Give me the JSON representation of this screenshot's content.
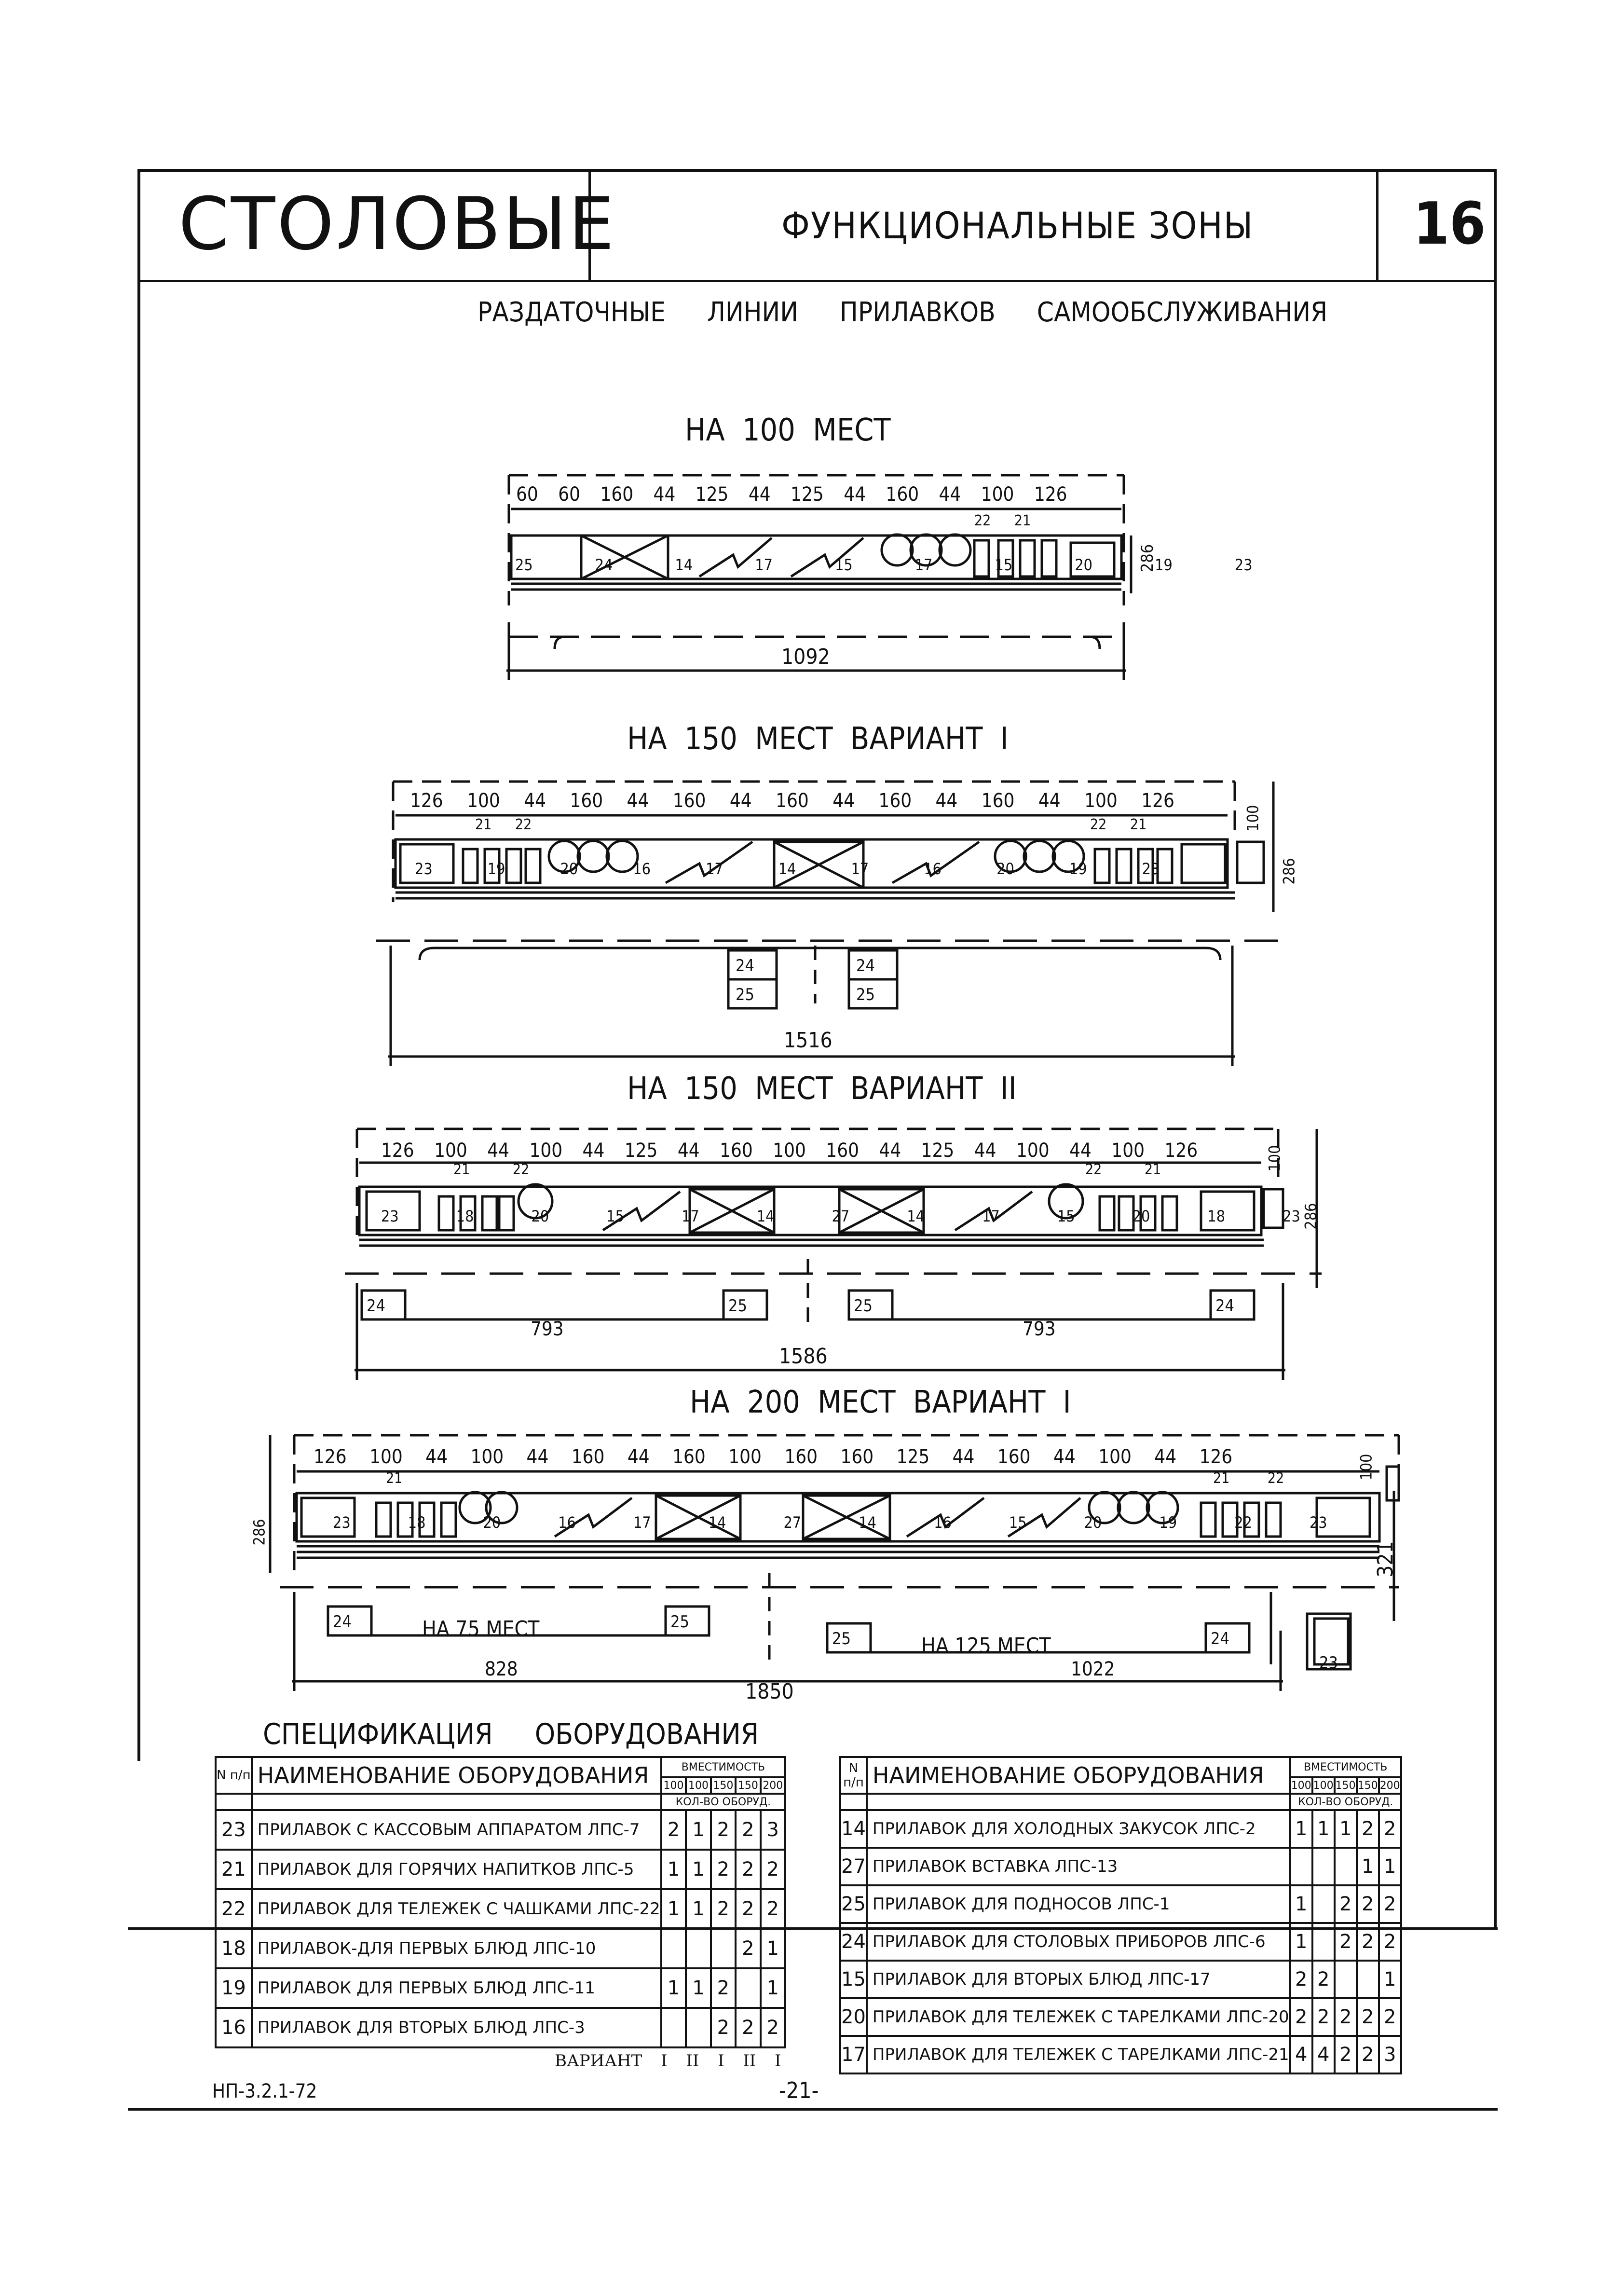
{
  "header": {
    "title": "СТОЛОВЫЕ",
    "subtitle": "ФУНКЦИОНАЛЬНЫЕ ЗОНЫ",
    "sheet_number": "16",
    "section_title": "РАЗДАТОЧНЫЕ ЛИНИИ ПРИЛАВКОВ САМООБСЛУЖИВАНИЯ"
  },
  "plans": {
    "p100": {
      "title": "НА 100 МЕСТ",
      "dims": [
        "60",
        "60",
        "160",
        "44",
        "125",
        "44",
        "125",
        "44",
        "160",
        "44",
        "100",
        "126"
      ],
      "sub_dims": [
        "22",
        "21"
      ],
      "items": [
        "25",
        "24",
        "14",
        "17",
        "15",
        "17",
        "15",
        "20",
        "19",
        "23"
      ],
      "height": "286",
      "total": "1092"
    },
    "p150a": {
      "title": "НА 150 МЕСТ ВАРИАНТ I",
      "dims": [
        "126",
        "100",
        "44",
        "160",
        "44",
        "160",
        "44",
        "160",
        "44",
        "160",
        "44",
        "160",
        "44",
        "100",
        "126"
      ],
      "sub_dims": [
        "21",
        "22",
        "22",
        "21"
      ],
      "items": [
        "23",
        "19",
        "20",
        "16",
        "17",
        "14",
        "17",
        "16",
        "20",
        "19",
        "23"
      ],
      "side": "100",
      "height": "286",
      "below_items": [
        "24",
        "25",
        "24",
        "25"
      ],
      "total": "1516"
    },
    "p150b": {
      "title": "НА 150 МЕСТ ВАРИАНТ II",
      "dims": [
        "126",
        "100",
        "44",
        "100",
        "44",
        "125",
        "44",
        "160",
        "100",
        "160",
        "44",
        "125",
        "44",
        "100",
        "44",
        "100",
        "126"
      ],
      "sub_dims": [
        "21",
        "22",
        "22",
        "21"
      ],
      "items": [
        "23",
        "18",
        "20",
        "15",
        "17",
        "14",
        "27",
        "14",
        "17",
        "15",
        "20",
        "18",
        "23"
      ],
      "side": "100",
      "height": "286",
      "below_items": [
        "24",
        "25",
        "25",
        "24"
      ],
      "half": "793",
      "total": "1586"
    },
    "p200": {
      "title": "НА 200 МЕСТ ВАРИАНТ I",
      "dims": [
        "126",
        "100",
        "44",
        "100",
        "44",
        "160",
        "44",
        "160",
        "100",
        "160",
        "160",
        "125",
        "44",
        "160",
        "44",
        "100",
        "44",
        "126"
      ],
      "sub_dims": [
        "21",
        "21",
        "22"
      ],
      "items": [
        "23",
        "18",
        "20",
        "16",
        "17",
        "14",
        "27",
        "14",
        "16",
        "15",
        "20",
        "19",
        "22",
        "23"
      ],
      "side": "100",
      "height": "286",
      "right_height": "321",
      "left_zone": "НА 75 МЕСТ",
      "right_zone": "НА 125 МЕСТ",
      "below_items": [
        "24",
        "25",
        "25",
        "24",
        "23"
      ],
      "left_len": "828",
      "right_len": "1022",
      "total": "1850"
    }
  },
  "spec": {
    "title": "СПЕЦИФИКАЦИЯ ОБОРУДОВАНИЯ",
    "col_no": "N п/п",
    "col_name": "НАИМЕНОВАНИЕ ОБОРУДОВАНИЯ",
    "col_cap": "ВМЕСТИМОСТЬ",
    "caps": [
      "100",
      "100",
      "150",
      "150",
      "200"
    ],
    "col_qty": "КОЛ-ВО ОБОРУД.",
    "variant_label": "ВАРИАНТ",
    "variants": [
      "I",
      "II",
      "I",
      "II",
      "I"
    ],
    "left_rows": [
      {
        "no": "23",
        "name": "ПРИЛАВОК С КАССОВЫМ АППАРАТОМ ЛПС-7",
        "v": [
          "2",
          "1",
          "2",
          "2",
          "3"
        ]
      },
      {
        "no": "21",
        "name": "ПРИЛАВОК ДЛЯ ГОРЯЧИХ НАПИТКОВ ЛПС-5",
        "v": [
          "1",
          "1",
          "2",
          "2",
          "2"
        ]
      },
      {
        "no": "22",
        "name": "ПРИЛАВОК ДЛЯ ТЕЛЕЖЕК С ЧАШКАМИ ЛПС-22",
        "v": [
          "1",
          "1",
          "2",
          "2",
          "2"
        ]
      },
      {
        "no": "18",
        "name": "ПРИЛАВОК-ДЛЯ ПЕРВЫХ БЛЮД ЛПС-10",
        "v": [
          "",
          "",
          "",
          "2",
          "1"
        ]
      },
      {
        "no": "19",
        "name": "ПРИЛАВОК ДЛЯ ПЕРВЫХ БЛЮД ЛПС-11",
        "v": [
          "1",
          "1",
          "2",
          "",
          "1"
        ]
      },
      {
        "no": "16",
        "name": "ПРИЛАВОК ДЛЯ ВТОРЫХ БЛЮД ЛПС-3",
        "v": [
          "",
          "",
          "2",
          "2",
          "2"
        ]
      }
    ],
    "right_rows": [
      {
        "no": "14",
        "name": "ПРИЛАВОК ДЛЯ ХОЛОДНЫХ ЗАКУСОК ЛПС-2",
        "v": [
          "1",
          "1",
          "1",
          "2",
          "2"
        ]
      },
      {
        "no": "27",
        "name": "ПРИЛАВОК ВСТАВКА ЛПС-13",
        "v": [
          "",
          "",
          "",
          "1",
          "1"
        ]
      },
      {
        "no": "25",
        "name": "ПРИЛАВОК ДЛЯ ПОДНОСОВ ЛПС-1",
        "v": [
          "1",
          "",
          "2",
          "2",
          "2"
        ]
      },
      {
        "no": "24",
        "name": "ПРИЛАВОК ДЛЯ СТОЛОВЫХ ПРИБОРОВ ЛПС-6",
        "v": [
          "1",
          "",
          "2",
          "2",
          "2"
        ]
      },
      {
        "no": "15",
        "name": "ПРИЛАВОК ДЛЯ ВТОРЫХ БЛЮД ЛПС-17",
        "v": [
          "2",
          "2",
          "",
          "",
          "1"
        ]
      },
      {
        "no": "20",
        "name": "ПРИЛАВОК ДЛЯ ТЕЛЕЖЕК С ТАРЕЛКАМИ ЛПС-20",
        "v": [
          "2",
          "2",
          "2",
          "2",
          "2"
        ]
      },
      {
        "no": "17",
        "name": "ПРИЛАВОК ДЛЯ ТЕЛЕЖЕК С ТАРЕЛКАМИ ЛПС-21",
        "v": [
          "4",
          "4",
          "2",
          "2",
          "3"
        ]
      }
    ]
  },
  "footer": {
    "code": "НП-3.2.1-72",
    "page": "-21-"
  }
}
